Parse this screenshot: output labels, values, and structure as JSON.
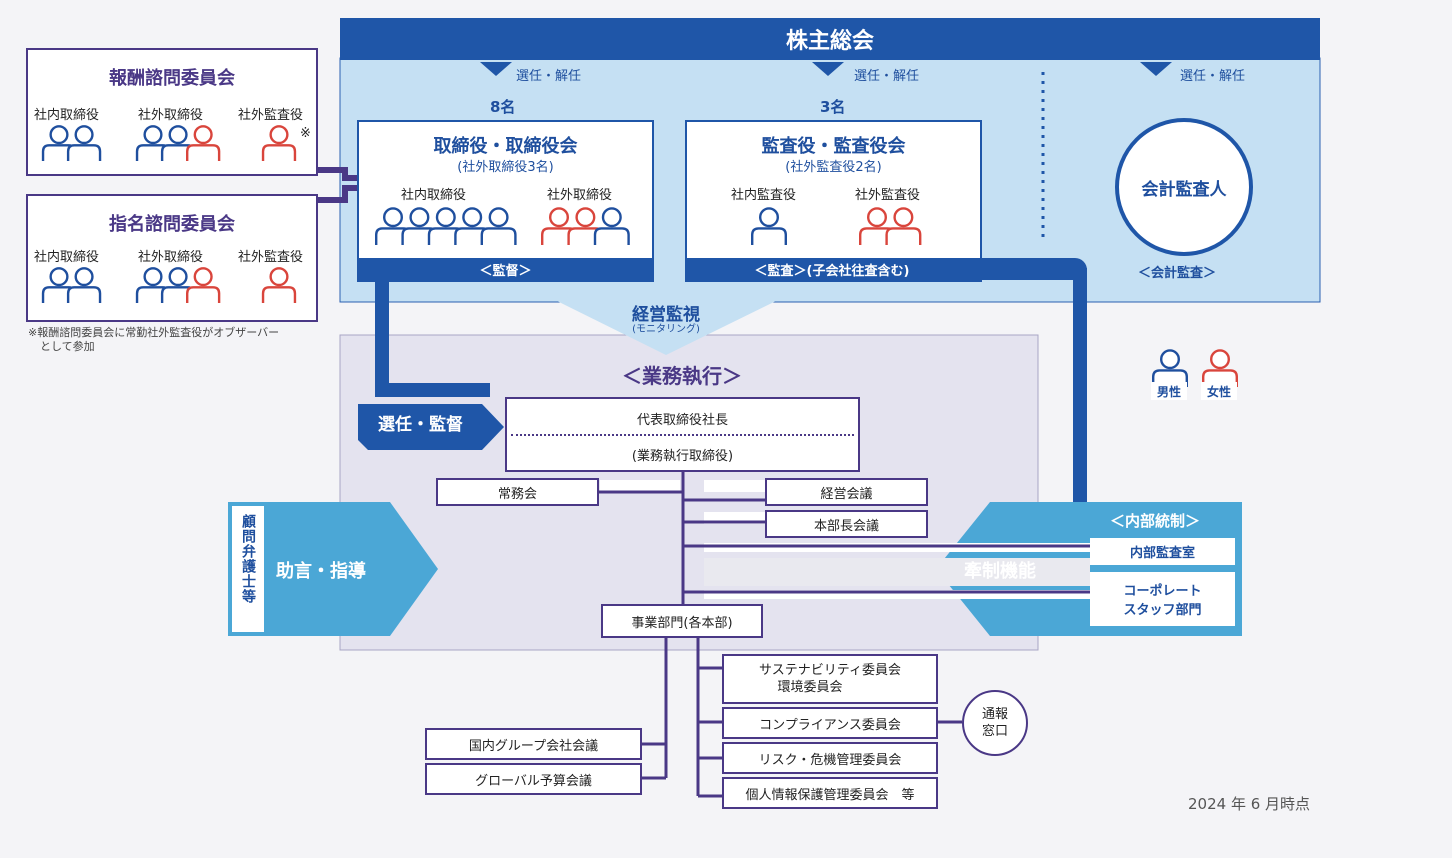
{
  "shareholders": {
    "title": "株主総会"
  },
  "appointment": {
    "label1": "選任・解任",
    "label2": "選任・解任",
    "label3": "選任・解任"
  },
  "remuneration_committee": {
    "title": "報酬諮問委員会",
    "col1": "社内取締役",
    "col2": "社外取締役",
    "col3": "社外監査役",
    "note_mark": "※"
  },
  "nomination_committee": {
    "title": "指名諮問委員会",
    "col1": "社内取締役",
    "col2": "社外取締役",
    "col3": "社外監査役"
  },
  "committee_note": {
    "line1": "※報酬諮問委員会に常勤社外監査役がオブザーバー",
    "line2": "として参加"
  },
  "board": {
    "count": "8名",
    "title": "取締役・取締役会",
    "subtitle": "(社外取締役3名)",
    "col1": "社内取締役",
    "col2": "社外取締役",
    "footer": "＜監督＞"
  },
  "auditors": {
    "count": "3名",
    "title": "監査役・監査役会",
    "subtitle": "(社外監査役2名)",
    "col1": "社内監査役",
    "col2": "社外監査役",
    "footer": "＜監査＞(子会社往査含む)"
  },
  "accounting_auditor": {
    "title": "会計監査人",
    "footer": "＜会計監査＞"
  },
  "monitoring": {
    "title": "経営監視",
    "subtitle": "(モニタリング)"
  },
  "execution": {
    "title": "＜業務執行＞"
  },
  "select_supervise": {
    "label": "選任・監督"
  },
  "president": {
    "line1": "代表取締役社長",
    "line2": "(業務執行取締役)"
  },
  "meetings": {
    "executive": "常務会",
    "management": "経営会議",
    "division_heads": "本部長会議"
  },
  "advisors": {
    "vertical": "顧問弁護士等",
    "arrow": "助言・指導"
  },
  "internal_control": {
    "title": "＜内部統制＞",
    "audit_office": "内部監査室",
    "check_function": "牽制機能",
    "corporate_staff_1": "コーポレート",
    "corporate_staff_2": "スタッフ部門"
  },
  "legend": {
    "male": "男性",
    "female": "女性"
  },
  "business_division": {
    "label": "事業部門(各本部)"
  },
  "left_meetings": {
    "domestic": "国内グループ会社会議",
    "global": "グローバル予算会議"
  },
  "committees": {
    "sustainability_1": "サステナビリティ委員会",
    "sustainability_2": "環境委員会",
    "compliance": "コンプライアンス委員会",
    "risk": "リスク・危機管理委員会",
    "privacy": "個人情報保護管理委員会　等"
  },
  "hotline": {
    "line1": "通報",
    "line2": "窓口"
  },
  "as_of": "2024 年 6 月時点",
  "colors": {
    "male": "#1f4f9e",
    "female": "#d9453c",
    "navy": "#1f56a8",
    "purple": "#4a3886",
    "light_blue": "#c5e0f3",
    "accent": "#4ba7d6"
  }
}
